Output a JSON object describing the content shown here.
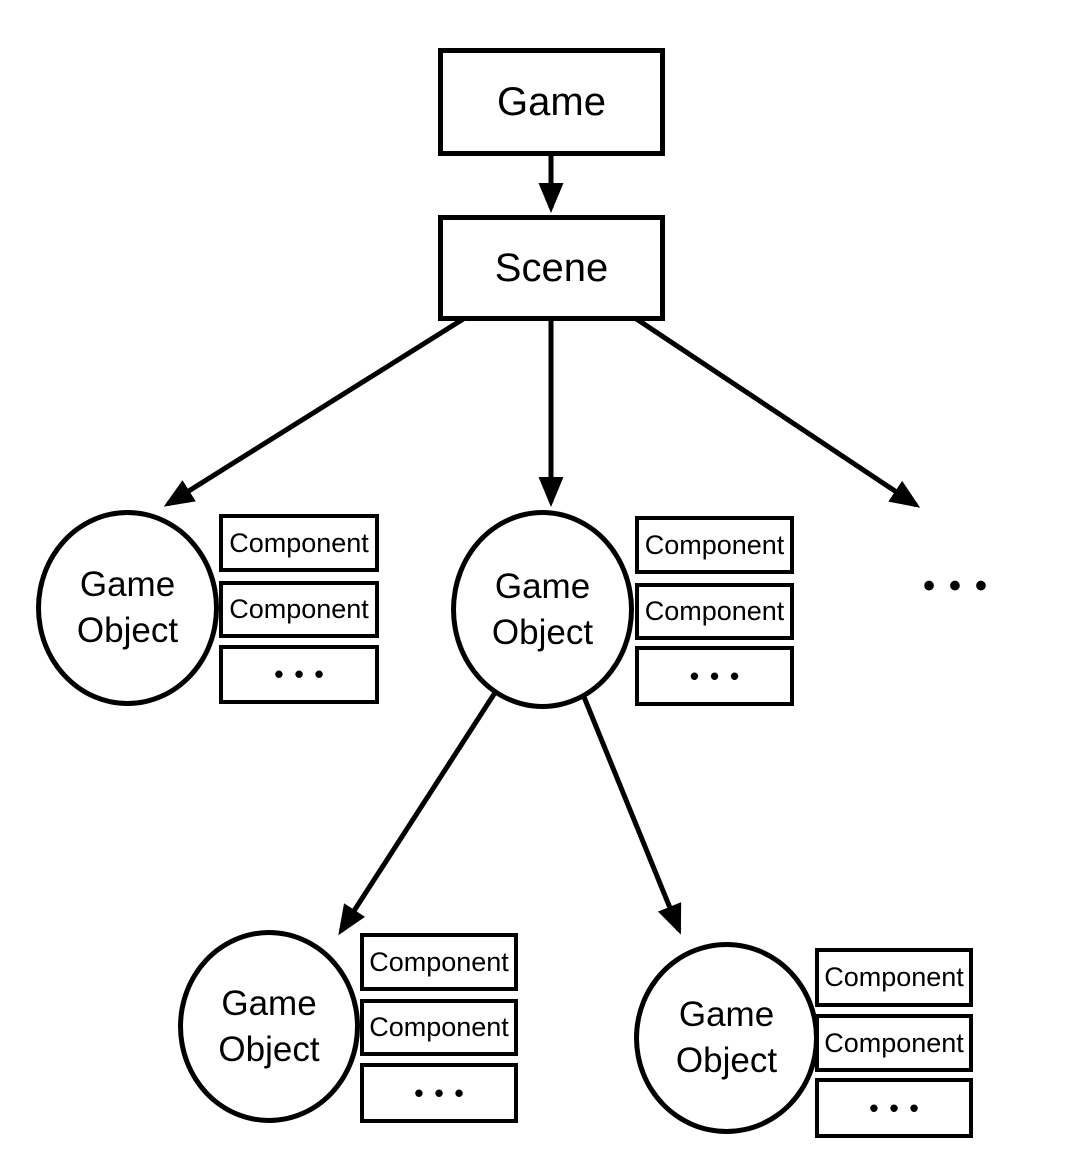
{
  "palette": {
    "background": "#ffffff",
    "stroke": "#000000",
    "text": "#000000"
  },
  "diagram": {
    "root": {
      "label": "Game"
    },
    "scene": {
      "label": "Scene"
    },
    "more_indicator": "•••",
    "game_objects": [
      {
        "label_line1": "Game",
        "label_line2": "Object",
        "components": [
          "Component",
          "Component",
          "•••"
        ]
      },
      {
        "label_line1": "Game",
        "label_line2": "Object",
        "components": [
          "Component",
          "Component",
          "•••"
        ]
      },
      {
        "label_line1": "Game",
        "label_line2": "Object",
        "components": [
          "Component",
          "Component",
          "•••"
        ]
      },
      {
        "label_line1": "Game",
        "label_line2": "Object",
        "components": [
          "Component",
          "Component",
          "•••"
        ]
      }
    ],
    "edges": [
      {
        "from": "Game",
        "to": "Scene"
      },
      {
        "from": "Scene",
        "to": "Game Object (left)"
      },
      {
        "from": "Scene",
        "to": "Game Object (middle)"
      },
      {
        "from": "Scene",
        "to": "more (ellipsis)"
      },
      {
        "from": "Game Object (middle)",
        "to": "Game Object (bottom-left)"
      },
      {
        "from": "Game Object (middle)",
        "to": "Game Object (bottom-right)"
      }
    ]
  }
}
